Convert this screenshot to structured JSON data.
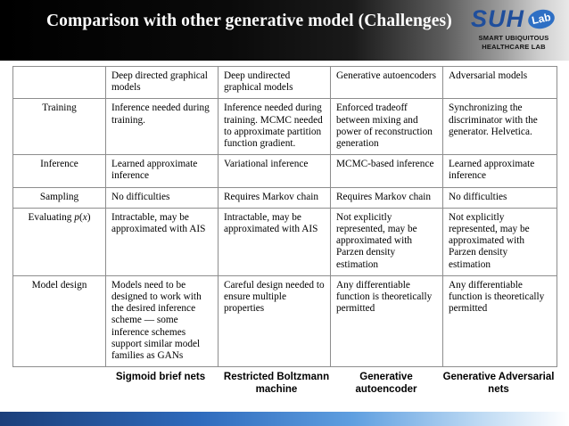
{
  "header": {
    "title": "Comparison with other generative model (Challenges)",
    "logo": {
      "mark": "SUH",
      "badge": "Lab",
      "line1": "SMART UBIQUITOUS",
      "line2": "HEALTHCARE LAB"
    }
  },
  "table": {
    "corner": "",
    "columns": [
      "Deep directed graphical models",
      "Deep undirected graphical models",
      "Generative autoencoders",
      "Adversarial models"
    ],
    "rows": [
      {
        "head": "Training",
        "cells": [
          "Inference needed during training.",
          "Inference needed during training. MCMC needed to approximate partition function gradient.",
          "Enforced tradeoff between mixing and power of reconstruction generation",
          "Synchronizing the discriminator with the generator. Helvetica."
        ]
      },
      {
        "head": "Inference",
        "cells": [
          "Learned approximate inference",
          "Variational inference",
          "MCMC-based inference",
          "Learned approximate inference"
        ]
      },
      {
        "head": "Sampling",
        "cells": [
          "No difficulties",
          "Requires Markov chain",
          "Requires Markov chain",
          "No difficulties"
        ]
      },
      {
        "head": "Evaluating p(x)",
        "cells": [
          "Intractable, may be approximated with AIS",
          "Intractable, may be approximated with AIS",
          "Not explicitly represented, may be approximated with Parzen density estimation",
          "Not explicitly represented, may be approximated with Parzen density estimation"
        ]
      },
      {
        "head": "Model design",
        "cells": [
          "Models need to be designed to work with the desired inference scheme — some inference schemes support similar model families as GANs",
          "Careful design needed to ensure multiple properties",
          "Any differentiable function is theoretically permitted",
          "Any differentiable function is theoretically permitted"
        ]
      }
    ]
  },
  "footer_labels": [
    "Sigmoid brief nets",
    "Restricted Boltzmann machine",
    "Generative autoencoder",
    "Generative Adversarial nets"
  ],
  "colors": {
    "header_dark": "#000000",
    "header_light": "#e8e8e8",
    "logo_blue": "#1f4e9c",
    "footer_blue": "#2f6bbd",
    "table_border": "#8d8d8d"
  }
}
